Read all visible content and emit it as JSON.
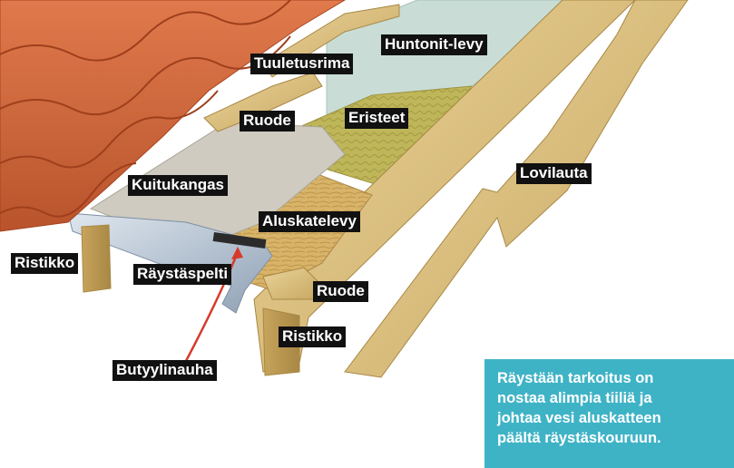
{
  "labels": {
    "huntonit": "Huntonit-levy",
    "tuuletusrima": "Tuuletusrima",
    "ruode_top": "Ruode",
    "eristeet": "Eristeet",
    "lovilauta": "Lovilauta",
    "kuitukangas": "Kuitukangas",
    "aluskatelevy": "Aluskatelevy",
    "ristikko_left": "Ristikko",
    "raystaspelti": "Räystäspelti",
    "ruode_bottom": "Ruode",
    "ristikko_bottom": "Ristikko",
    "butyylinauha": "Butyylinauha"
  },
  "info_box": {
    "lines": [
      "Räystään tarkoitus on",
      "nostaa alimpia tiiliä ja",
      "johtaa vesi aluskatteen",
      "päältä räystäskouruun."
    ]
  },
  "colors": {
    "tile": "#d2693e",
    "tile_dark": "#a9431f",
    "wood": "#dcc07a",
    "wood_dark": "#b39550",
    "huntonit": "#c9ddd6",
    "insulation": "#b9b257",
    "fabric": "#cfcbc0",
    "metal": "#aab8c8",
    "arrow": "#d63a2a",
    "label_bg": "#111111",
    "info_bg": "#3fb3c6"
  }
}
